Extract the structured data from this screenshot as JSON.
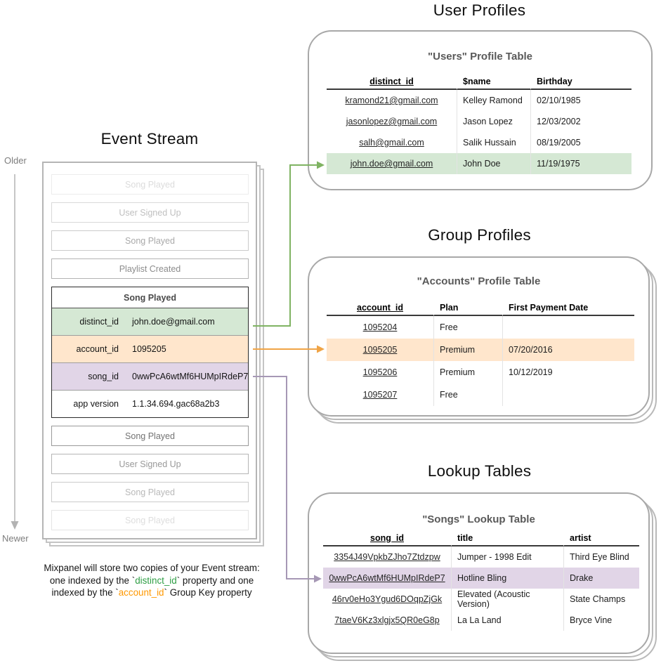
{
  "colors": {
    "green_fill": "#d5e8d4",
    "orange_fill": "#ffe6cc",
    "purple_fill": "#e1d5e7",
    "green_arrow": "#7fb362",
    "orange_arrow": "#f0a446",
    "purple_arrow": "#a698b5",
    "caption_green": "#2e9e44",
    "caption_orange": "#ff9800"
  },
  "event_stream": {
    "title": "Event Stream",
    "older_label": "Older",
    "newer_label": "Newer",
    "events_before": [
      "Song Played",
      "User Signed Up",
      "Song Played",
      "Playlist Created"
    ],
    "active_event": {
      "name": "Song Played",
      "properties": [
        {
          "key": "distinct_id",
          "value": "john.doe@gmail.com"
        },
        {
          "key": "account_id",
          "value": "1095205"
        },
        {
          "key": "song_id",
          "value": "0wwPcA6wtMf6HUMpIRdeP7"
        },
        {
          "key": "app version",
          "value": "1.1.34.694.gac68a2b3"
        }
      ]
    },
    "events_after": [
      "Song Played",
      "User Signed Up",
      "Song Played",
      "Song Played"
    ],
    "caption": {
      "line1": "Mixpanel will store two copies of your Event stream:",
      "line2_pre": "one indexed by the `",
      "line2_key": "distinct_id",
      "line2_post": "` property and one",
      "line3_pre": "indexed by the `",
      "line3_key": "account_id",
      "line3_post": "` Group Key property"
    }
  },
  "user_profiles": {
    "section_title": "User Profiles",
    "card_title": "\"Users\" Profile Table",
    "columns": [
      "distinct_id",
      "$name",
      "Birthday"
    ],
    "rows": [
      [
        "kramond21@gmail.com",
        "Kelley Ramond",
        "02/10/1985"
      ],
      [
        "jasonlopez@gmail.com",
        "Jason Lopez",
        "12/03/2002"
      ],
      [
        "salh@gmail.com",
        "Salik Hussain",
        "08/19/2005"
      ],
      [
        "john.doe@gmail.com",
        "John Doe",
        "11/19/1975"
      ]
    ]
  },
  "group_profiles": {
    "section_title": "Group Profiles",
    "card_title": "\"Accounts\" Profile Table",
    "columns": [
      "account_id",
      "Plan",
      "First Payment Date"
    ],
    "rows": [
      [
        "1095204",
        "Free",
        ""
      ],
      [
        "1095205",
        "Premium",
        "07/20/2016"
      ],
      [
        "1095206",
        "Premium",
        "10/12/2019"
      ],
      [
        "1095207",
        "Free",
        ""
      ]
    ]
  },
  "lookup_tables": {
    "section_title": "Lookup Tables",
    "card_title": "\"Songs\" Lookup Table",
    "columns": [
      "song_id",
      "title",
      "artist"
    ],
    "rows": [
      [
        "3354J49VpkbZJho7Ztdzpw",
        "Jumper - 1998 Edit",
        "Third Eye Blind"
      ],
      [
        "0wwPcA6wtMf6HUMpIRdeP7",
        "Hotline Bling",
        "Drake"
      ],
      [
        "46rv0eHo3Ygud6DOqpZjGk",
        "Elevated (Acoustic Version)",
        "State Champs"
      ],
      [
        "7taeV6Kz3xlgjx5QR0eG8p",
        "La La Land",
        "Bryce Vine"
      ]
    ]
  }
}
